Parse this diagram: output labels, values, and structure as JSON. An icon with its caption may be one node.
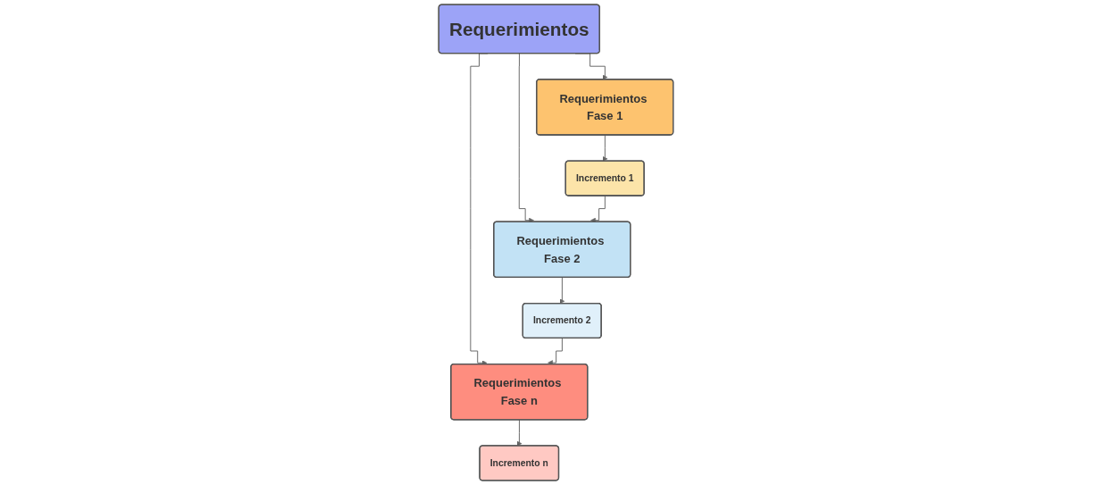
{
  "diagram": {
    "nodes": [
      {
        "text": [
          "Requerimientos"
        ]
      },
      {
        "text": [
          "Requerimientos Fase 1"
        ]
      },
      {
        "text": [
          "Incremento 1"
        ]
      },
      {
        "text": [
          "Requerimientos Fase 2"
        ]
      },
      {
        "text": [
          "Incremento 2"
        ]
      },
      {
        "text": [
          "Requerimientos Fase n"
        ]
      },
      {
        "text": [
          "Incremento n"
        ]
      }
    ],
    "edges": [
      {
        "from": 0,
        "to": 1,
        "arrow": "to"
      },
      {
        "from": 0,
        "to": 3,
        "arrow": "to"
      },
      {
        "from": 0,
        "to": 5,
        "arrow": "to"
      },
      {
        "from": 1,
        "to": 2,
        "arrow": "to"
      },
      {
        "from": 2,
        "to": 3,
        "arrow": "to"
      },
      {
        "from": 3,
        "to": 4,
        "arrow": "to"
      },
      {
        "from": 4,
        "to": 5,
        "arrow": "to"
      },
      {
        "from": 5,
        "to": 6,
        "arrow": "to"
      }
    ]
  }
}
